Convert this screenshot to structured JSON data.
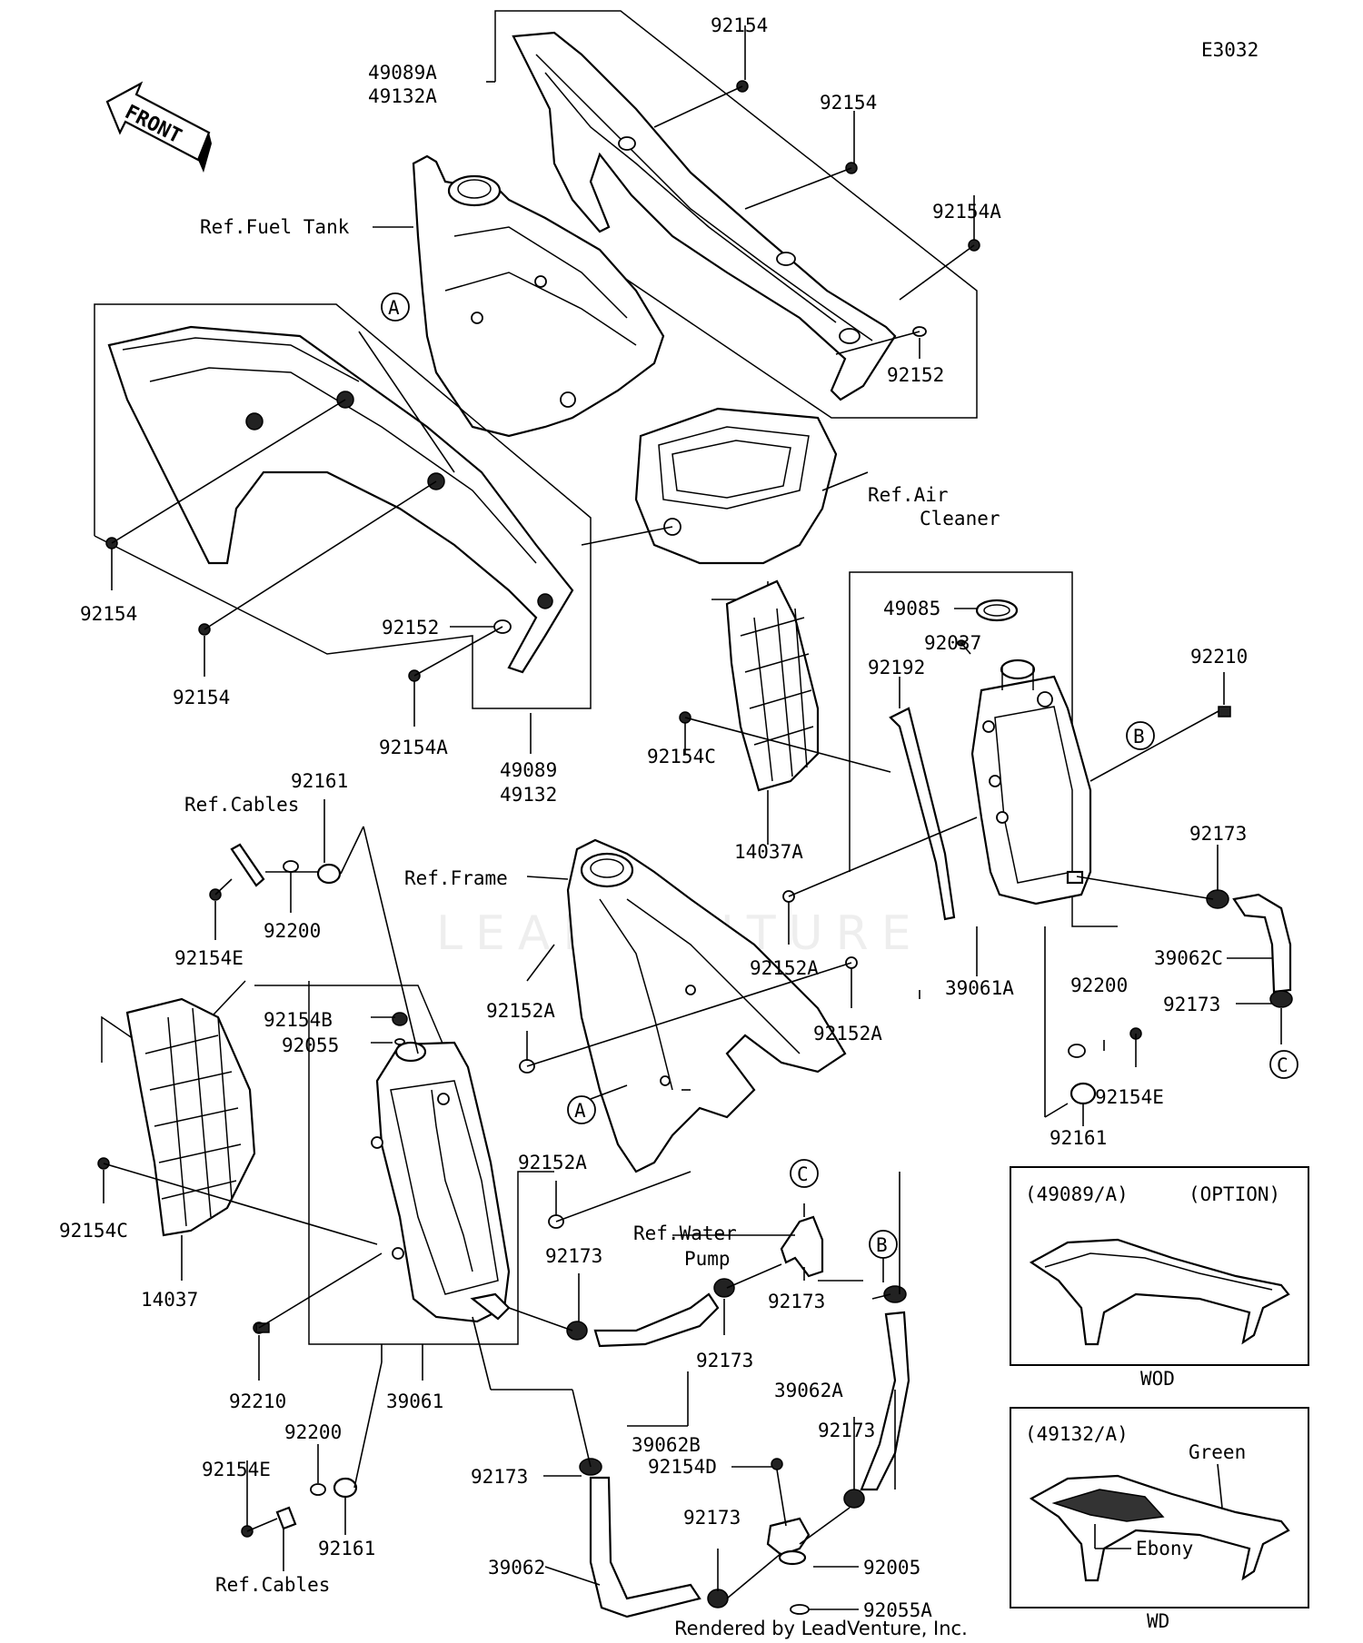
{
  "diagram_code": "E3032",
  "front_arrow": "FRONT",
  "watermark": "LEADVENTURE",
  "footer": "Rendered by LeadVenture, Inc.",
  "callouts": {
    "A": "A",
    "B": "B",
    "C": "C"
  },
  "refs": {
    "fuel_tank": "Ref.Fuel Tank",
    "air_cleaner_1": "Ref.Air",
    "air_cleaner_2": "Cleaner",
    "cables_top": "Ref.Cables",
    "cables_bottom": "Ref.Cables",
    "frame": "Ref.Frame",
    "water_pump_1": "Ref.Water",
    "water_pump_2": "Pump"
  },
  "part_labels": [
    "49089A",
    "49132A",
    "92154",
    "92154",
    "92154A",
    "92152",
    "92154",
    "92154",
    "92152",
    "92154A",
    "49089",
    "49132",
    "49085",
    "92037",
    "92192",
    "92210",
    "92154C",
    "14037A",
    "92173",
    "39062C",
    "92173",
    "39061A",
    "92200",
    "92154E",
    "92161",
    "92152A",
    "92152A",
    "92161",
    "92200",
    "92154E",
    "92154B",
    "92055",
    "92152A",
    "92152A",
    "92154C",
    "14037",
    "92173",
    "92173",
    "92173",
    "39062B",
    "92210",
    "39061",
    "39062A",
    "92173",
    "92154D",
    "92200",
    "92154E",
    "92161",
    "92173",
    "92173",
    "39062",
    "92005",
    "92055A"
  ],
  "inset_options": {
    "title_left": "(49089/A)",
    "title_right": "(OPTION)",
    "caption": "WOD"
  },
  "inset_colors": {
    "title": "(49132/A)",
    "green": "Green",
    "ebony": "Ebony",
    "caption": "WD"
  }
}
